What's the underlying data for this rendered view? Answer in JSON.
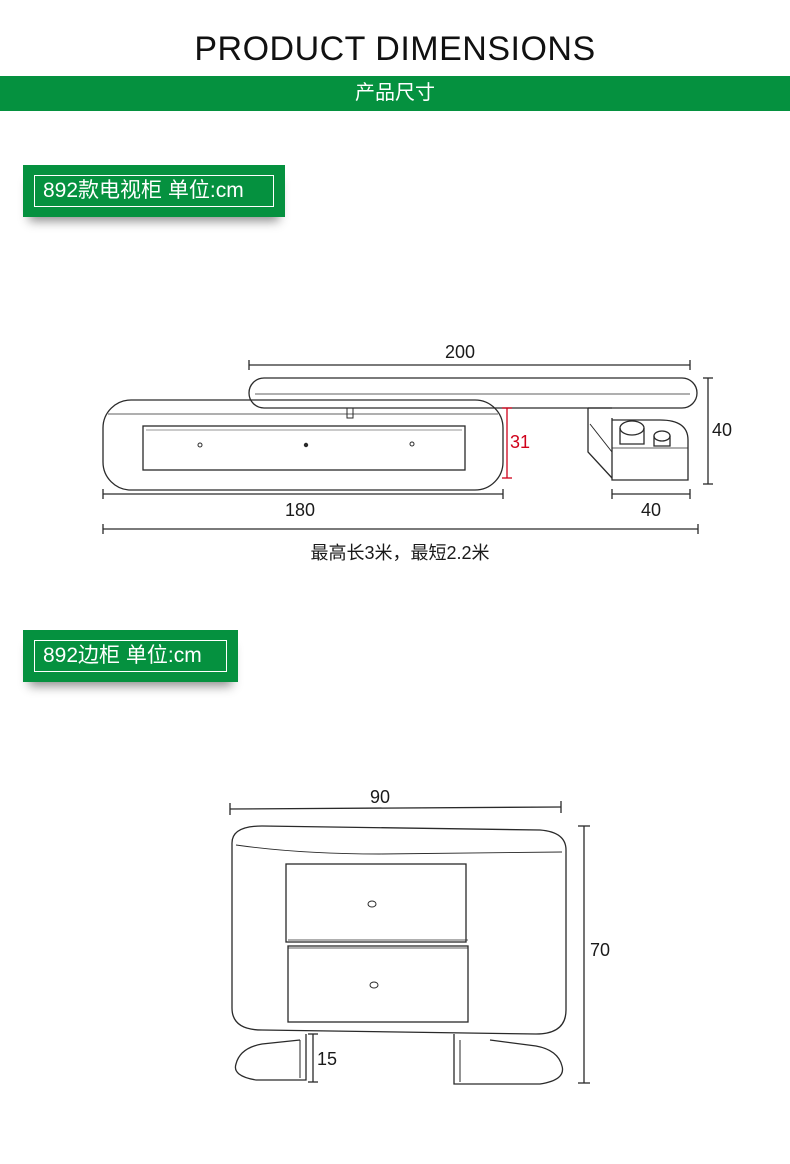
{
  "header": {
    "title": "PRODUCT DIMENSIONS",
    "subtitle": "产品尺寸"
  },
  "tv_cabinet": {
    "tag": "892款电视柜 单位:cm",
    "dims": {
      "top_length": "200",
      "height": "31",
      "side_height": "40",
      "bottom_length": "180",
      "side_depth": "40"
    },
    "note": "最高长3米，最短2.2米"
  },
  "side_cabinet": {
    "tag": "892边柜 单位:cm",
    "dims": {
      "width": "90",
      "height": "70",
      "leg_height": "15"
    }
  },
  "colors": {
    "brand_green": "#05913f",
    "dimension_red": "#d0021b",
    "line": "#2a2a2a"
  }
}
